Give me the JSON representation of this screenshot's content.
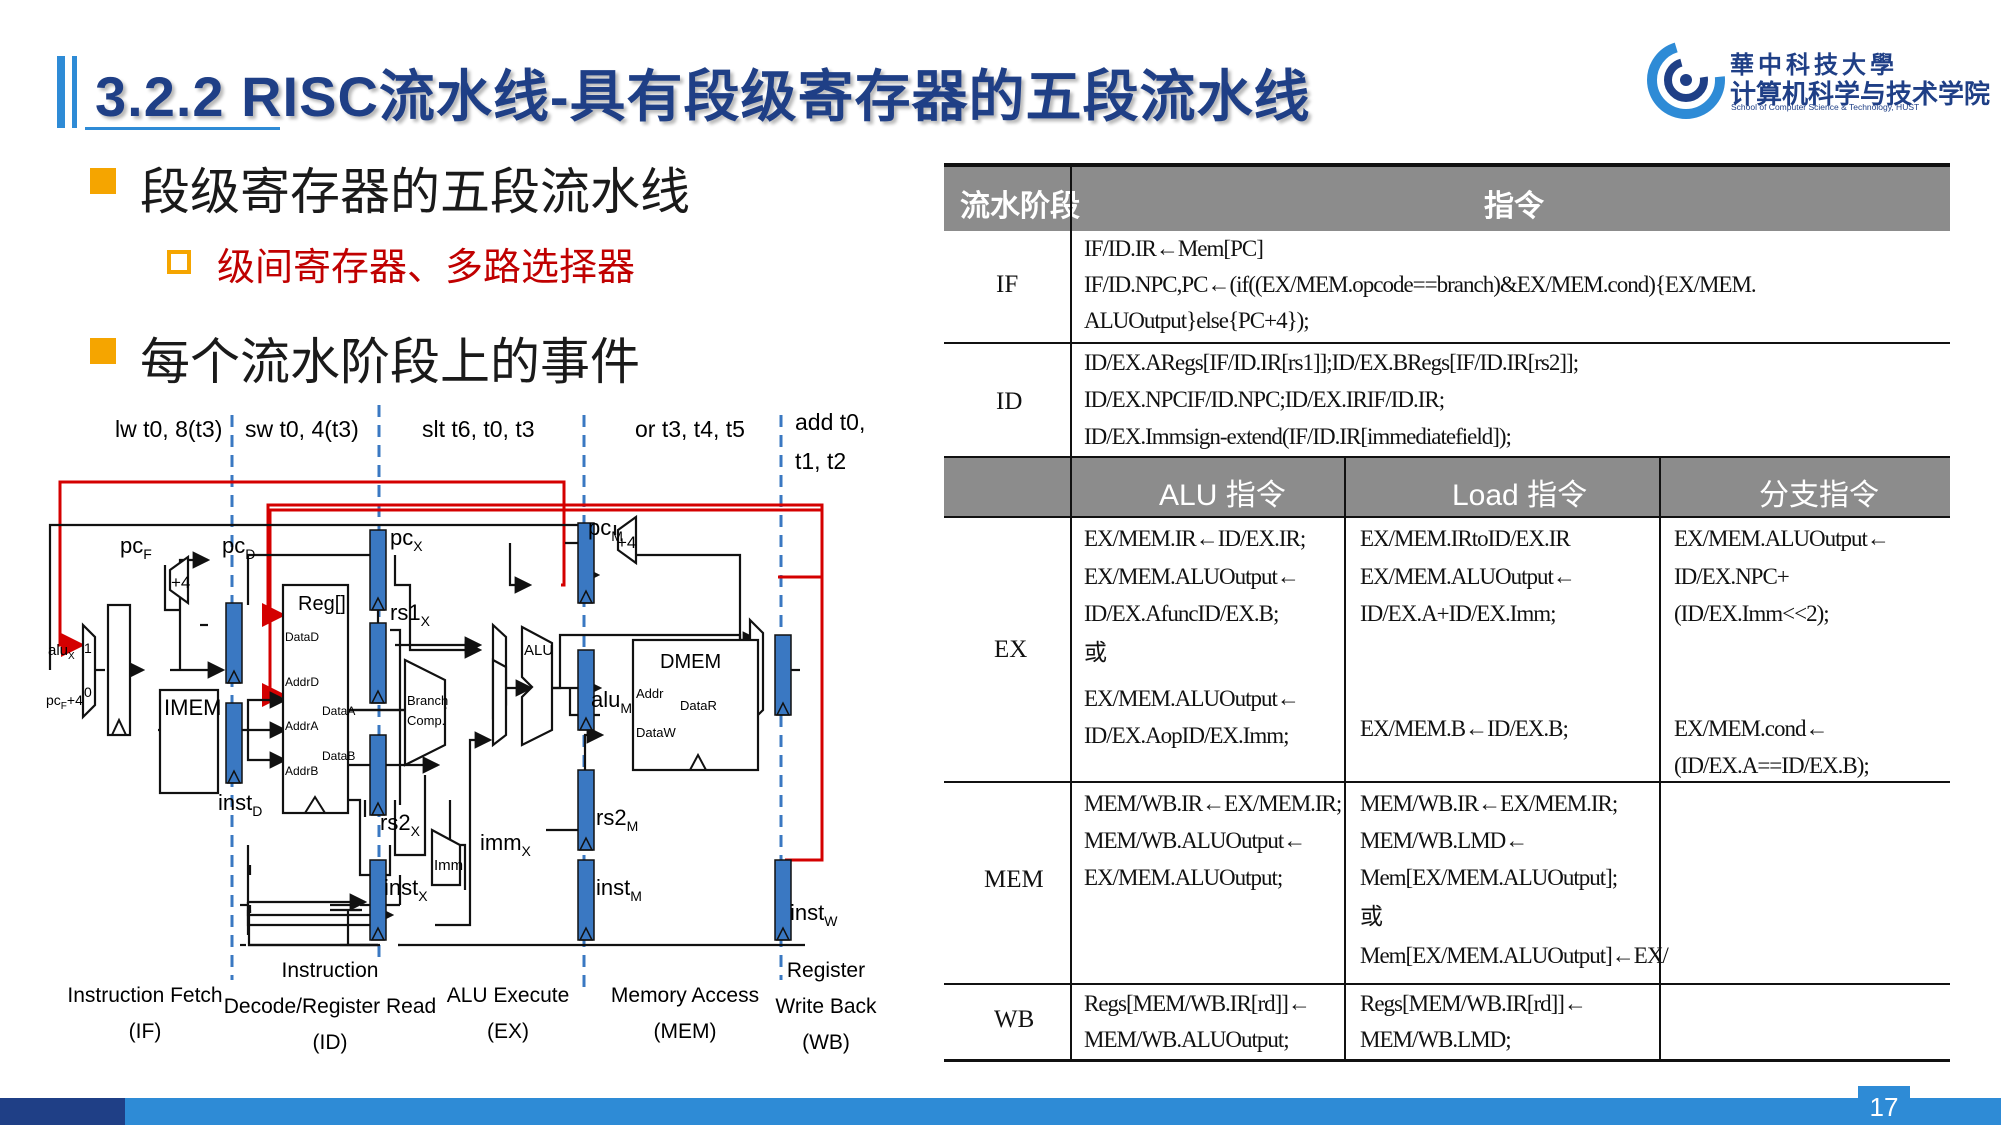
{
  "slide": {
    "title": "3.2.2 RISC流水线-具有段级寄存器的五段流水线",
    "page_number": "17"
  },
  "logo": {
    "line1": "華中科技大學",
    "line2": "计算机科学与技术学院",
    "line3": "School of Computer Science & Technology, HUST"
  },
  "bullets": {
    "b1": "段级寄存器的五段流水线",
    "b1_sub": "级间寄存器、多路选择器",
    "b2": "每个流水阶段上的事件"
  },
  "diagram": {
    "instr": [
      "lw t0, 8(t3)",
      "sw t0, 4(t3)",
      "slt t6, t0, t3",
      "or t3, t4, t5",
      "add t0,",
      "t1, t2"
    ],
    "stages": [
      [
        "Instruction Fetch",
        "(IF)"
      ],
      [
        "Instruction",
        "Decode/Register Read",
        "(ID)"
      ],
      [
        "ALU Execute",
        "(EX)"
      ],
      [
        "Memory Access",
        "(MEM)"
      ],
      [
        "Register",
        "Write Back",
        "(WB)"
      ]
    ],
    "labels": {
      "pcf": "pc",
      "pcf_sub": "F",
      "pcd": "pc",
      "pcd_sub": "D",
      "pcx": "pc",
      "pcx_sub": "X",
      "pcm": "pc",
      "pcm_sub": "M",
      "plus4a": "+4",
      "plus4b": "+4",
      "alux": "alu",
      "alux_sub": "X",
      "pcf4": "pc",
      "pcf4_sub": "F",
      "pcf4_tail": "+4",
      "mux1": "1",
      "mux0": "0",
      "imem": "IMEM",
      "instd": "inst",
      "instd_sub": "D",
      "reg": "Reg[]",
      "datad": "DataD",
      "addrd": "AddrD",
      "addra": "AddrA",
      "addrb": "AddrB",
      "dataa": "DataA",
      "datab": "DataB",
      "rs1x": "rs1",
      "rs1x_sub": "X",
      "rs2x": "rs2",
      "rs2x_sub": "X",
      "branch": "Branch",
      "comp": "Comp.",
      "imm": "Imm",
      "immx": "imm",
      "immx_sub": "X",
      "alu": "ALU",
      "alum": "alu",
      "alum_sub": "M",
      "dmem": "DMEM",
      "addr": "Addr",
      "datar": "DataR",
      "dataw": "DataW",
      "rs2m": "rs2",
      "rs2m_sub": "M",
      "instx": "inst",
      "instx_sub": "X",
      "instm": "inst",
      "instm_sub": "M",
      "instw": "inst",
      "instw_sub": "W"
    }
  },
  "table": {
    "header": {
      "stage": "流水阶段",
      "instr": "指令"
    },
    "if": {
      "stage": "IF",
      "lines": [
        "IF/ID.IR←Mem[PC]",
        "IF/ID.NPC,PC←(if((EX/MEM.opcode==branch)&EX/MEM.cond){EX/MEM.",
        "ALUOutput}else{PC+4});"
      ]
    },
    "id": {
      "stage": "ID",
      "lines": [
        "ID/EX.ARegs[IF/ID.IR[rs1]];ID/EX.BRegs[IF/ID.IR[rs2]];",
        "ID/EX.NPCIF/ID.NPC;ID/EX.IRIF/ID.IR;",
        "ID/EX.Immsign-extend(IF/ID.IR[immediatefield]);"
      ]
    },
    "subheader": {
      "alu": "ALU 指令",
      "load": "Load 指令",
      "branch": "分支指令"
    },
    "ex": {
      "stage": "EX",
      "alu": [
        "EX/MEM.IR←ID/EX.IR;",
        "EX/MEM.ALUOutput←",
        "ID/EX.AfuncID/EX.B;",
        "或",
        "EX/MEM.ALUOutput←",
        "ID/EX.AopID/EX.Imm;"
      ],
      "load": [
        "EX/MEM.IRtoID/EX.IR",
        "EX/MEM.ALUOutput←",
        "ID/EX.A+ID/EX.Imm;",
        "EX/MEM.B←ID/EX.B;"
      ],
      "branch": [
        "EX/MEM.ALUOutput←",
        "ID/EX.NPC+",
        "(ID/EX.Imm<<2);",
        "EX/MEM.cond←",
        "(ID/EX.A==ID/EX.B);"
      ]
    },
    "mem": {
      "stage": "MEM",
      "alu": [
        "MEM/WB.IR←EX/MEM.IR;",
        "MEM/WB.ALUOutput←",
        "EX/MEM.ALUOutput;"
      ],
      "load": [
        "MEM/WB.IR←EX/MEM.IR;",
        "MEM/WB.LMD←",
        "Mem[EX/MEM.ALUOutput];",
        "或",
        "Mem[EX/MEM.ALUOutput]←EX/"
      ]
    },
    "wb": {
      "stage": "WB",
      "alu": [
        "Regs[MEM/WB.IR[rd]]←",
        "MEM/WB.ALUOutput;"
      ],
      "load": [
        "Regs[MEM/WB.IR[rd]]←",
        "MEM/WB.LMD;"
      ]
    }
  },
  "colors": {
    "title": "#1f3f86",
    "accent": "#2e8bd6",
    "bullet": "#f5a500",
    "sub": "#c00000",
    "header": "#8c8c8c",
    "wire_red": "#d40000",
    "reg_blue": "#3a78c2"
  }
}
